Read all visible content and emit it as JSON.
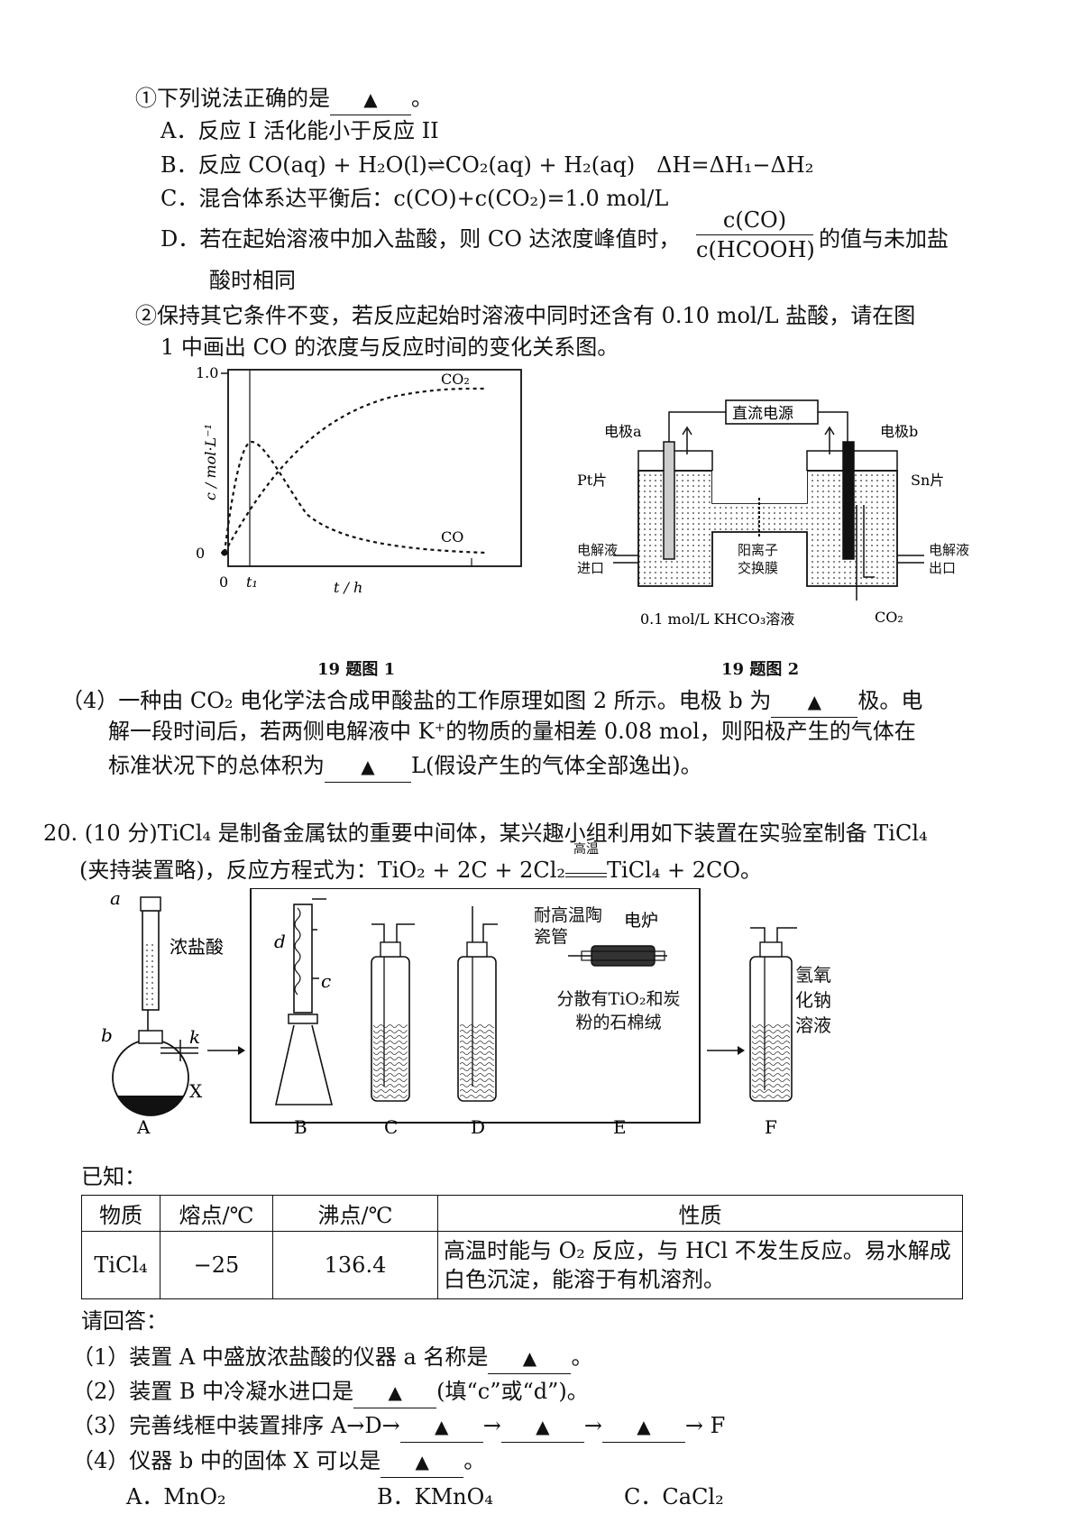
{
  "q19": {
    "sub1_prompt": "①下列说法正确的是",
    "answer_mark": "▲",
    "period": "。",
    "options": {
      "A": "A．反应 I 活化能小于反应 II",
      "B": "B．反应 CO(aq) + H₂O(l)⇌CO₂(aq) + H₂(aq)　ΔH=ΔH₁−ΔH₂",
      "C": "C．混合体系达平衡后：c(CO)+c(CO₂)=1.0 mol/L",
      "D_pre": "D．若在起始溶液中加入盐酸，则 CO 达浓度峰值时，",
      "D_num": "c(CO)",
      "D_den": "c(HCOOH)",
      "D_post": "的值与未加盐",
      "D_cont": "酸时相同"
    },
    "sub2_line1": "②保持其它条件不变，若反应起始时溶液中同时还含有 0.10 mol/L 盐酸，请在图",
    "sub2_line2": "1 中画出 CO 的浓度与反应时间的变化关系图。",
    "fig1": {
      "y_top": "1.0",
      "y_zero": "0",
      "ylabel": "c / mol·L⁻¹",
      "x_zero": "0",
      "x_t1": "t₁",
      "xlabel": "t / h",
      "co2_label": "CO₂",
      "co_label": "CO",
      "caption": "19 题图 1"
    },
    "fig2": {
      "power": "直流电源",
      "electrode_a": "电极a",
      "electrode_b": "电极b",
      "pt": "Pt片",
      "sn": "Sn片",
      "inlet": "电解液进口",
      "outlet": "电解液出口",
      "membrane": "阳离子交换膜",
      "solution": "0.1 mol/L KHCO₃溶液",
      "co2": "CO₂",
      "caption": "19 题图 2"
    },
    "q4_line1_pre": "（4）一种由 CO₂ 电化学法合成甲酸盐的工作原理如图 2 所示。电极 b 为",
    "q4_line1_post": "极。电",
    "q4_line2": "解一段时间后，若两侧电解液中 K⁺的物质的量相差 0.08 mol，则阳极产生的气体在",
    "q4_line3_pre": "标准状况下的总体积为",
    "q4_line3_post": "L(假设产生的气体全部逸出)。"
  },
  "q20": {
    "line1": "20. (10 分)TiCl₄ 是制备金属钛的重要中间体，某兴趣小组利用如下装置在实验室制备 TiCl₄",
    "line2_pre": "(夹持装置略)，反应方程式为：TiO₂ + 2C + 2Cl₂",
    "cond": "高温",
    "line2_post": "TiCl₄ + 2CO。",
    "apparatus": {
      "a": "a",
      "b": "b",
      "k": "k",
      "x": "X",
      "hcl": "浓盐酸",
      "d": "d",
      "c": "c",
      "tube": "耐高温陶瓷管",
      "furnace": "电炉",
      "tio2": "分散有TiO₂和炭粉的石棉绒",
      "naoh": "氢氧化钠溶液",
      "labels": [
        "A",
        "B",
        "C",
        "D",
        "E",
        "F"
      ]
    },
    "known": "已知：",
    "table": {
      "headers": [
        "物质",
        "熔点/℃",
        "沸点/℃",
        "性质"
      ],
      "row": [
        "TiCl₄",
        "−25",
        "136.4",
        "高温时能与 O₂ 反应，与 HCl 不发生反应。易水解成白色沉淀，能溶于有机溶剂。"
      ]
    },
    "please": "请回答：",
    "q1_pre": "（1）装置 A 中盛放浓盐酸的仪器 a 名称是",
    "q2_pre": "（2）装置 B 中冷凝水进口是",
    "q2_post": "(填“c”或“d”)。",
    "q3_pre": "（3）完善线框中装置排序 A→D→",
    "arrow": "→",
    "q3_end": "→ F",
    "q4_pre": "（4）仪器 b 中的固体 X 可以是",
    "choices": [
      "A．MnO₂",
      "B．KMnO₄",
      "C．CaCl₂"
    ]
  }
}
